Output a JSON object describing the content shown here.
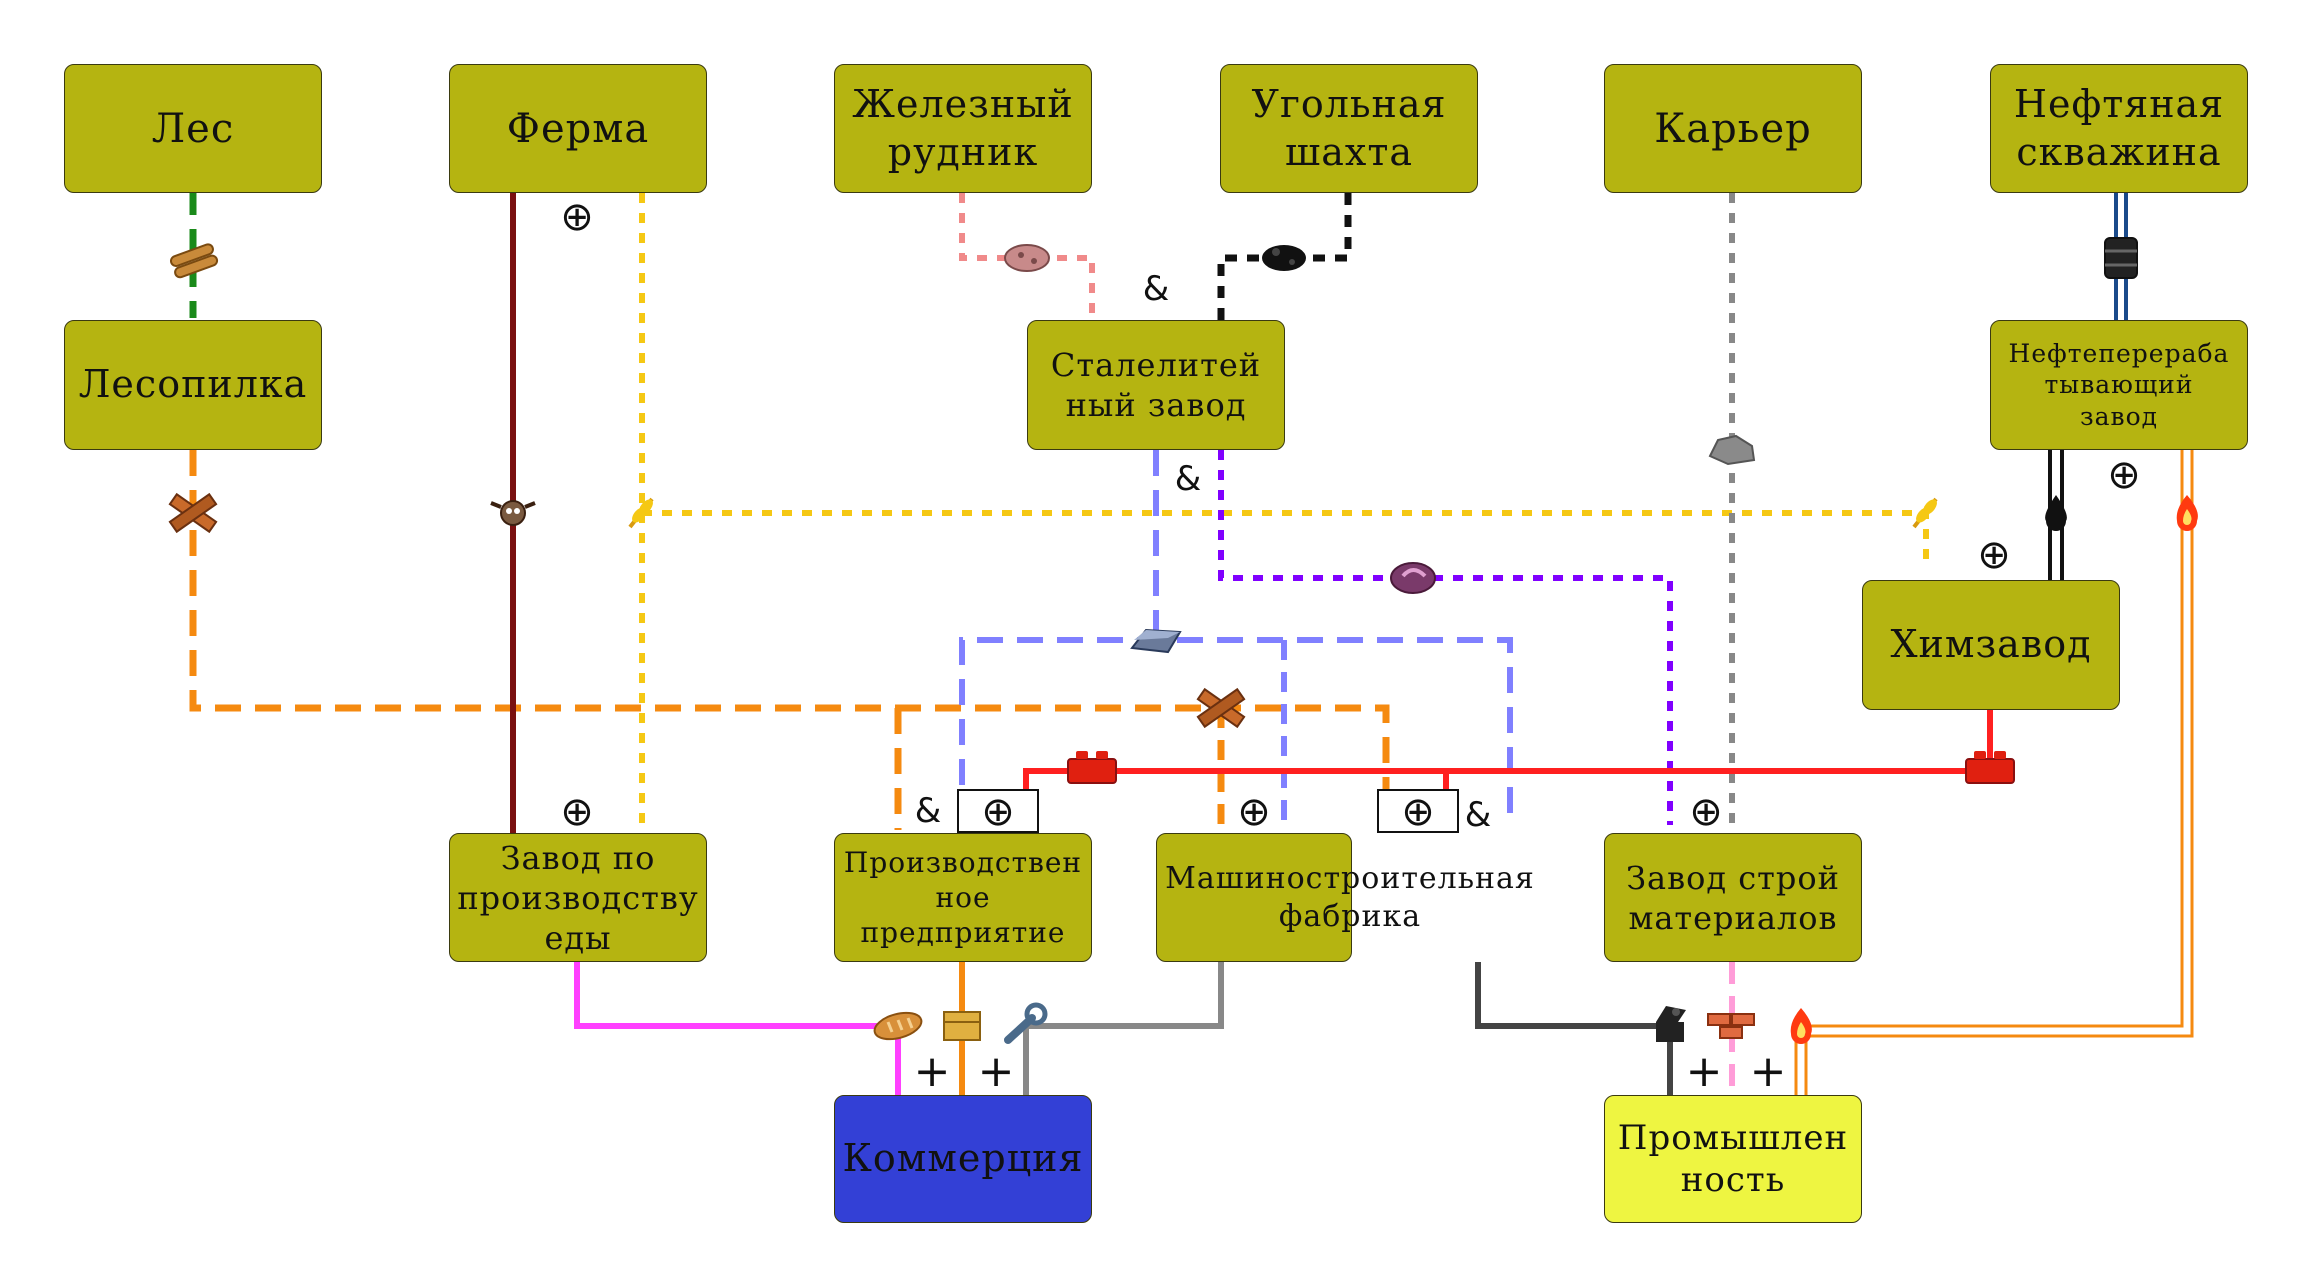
{
  "nodes": {
    "forest": "Лес",
    "farm": "Ферма",
    "iron_mine": "Железный\nрудник",
    "coal_mine": "Угольная\nшахта",
    "quarry": "Карьер",
    "oil_well": "Нефтяная\nскважина",
    "sawmill": "Лесопилка",
    "steel_mill": "Сталелитей\nный завод",
    "refinery": "Нефтеперераба\nтывающий\nзавод",
    "chem_plant": "Химзавод",
    "food_factory": "Завод по\nпроизводству\nеды",
    "production": "Производствен\nное\nпредприятие",
    "machine_factory": "Машиностроительная\nфабрика",
    "building_materials": "Завод строй\nматериалов",
    "commerce": "Коммерция",
    "industry": "Промышлен\nность"
  },
  "symbols": {
    "and": "&",
    "or": "⊕",
    "plus": "+"
  },
  "colors": {
    "node": "#b5b411",
    "commerce": "#3340d6",
    "industry": "#eef541",
    "wood": "#1a8a1a",
    "lumber": "#f58a10",
    "cattle": "#7a1010",
    "grain": "#f5c814",
    "iron_ore": "#f08a8a",
    "coal": "#111111",
    "stone": "#888888",
    "oil": "#1a4a8a",
    "steel": "#8080ff",
    "plastic": "#8000ff",
    "chemicals": "#ff2020",
    "food": "#ff40ff",
    "goods": "#f58a10",
    "machinery": "#444444",
    "bricks": "#ff9cd8",
    "fuel": "#f58a10"
  },
  "icons": [
    "logs-icon",
    "planks-icon",
    "cow-icon",
    "wheat-icon",
    "ore-icon",
    "coal-icon",
    "stone-icon",
    "barrel-icon",
    "steel-icon",
    "plastic-icon",
    "oil-drop-icon",
    "flame-icon",
    "brick-block-icon",
    "bread-icon",
    "box-icon",
    "wrench-icon",
    "machine-icon",
    "bricks-icon"
  ]
}
